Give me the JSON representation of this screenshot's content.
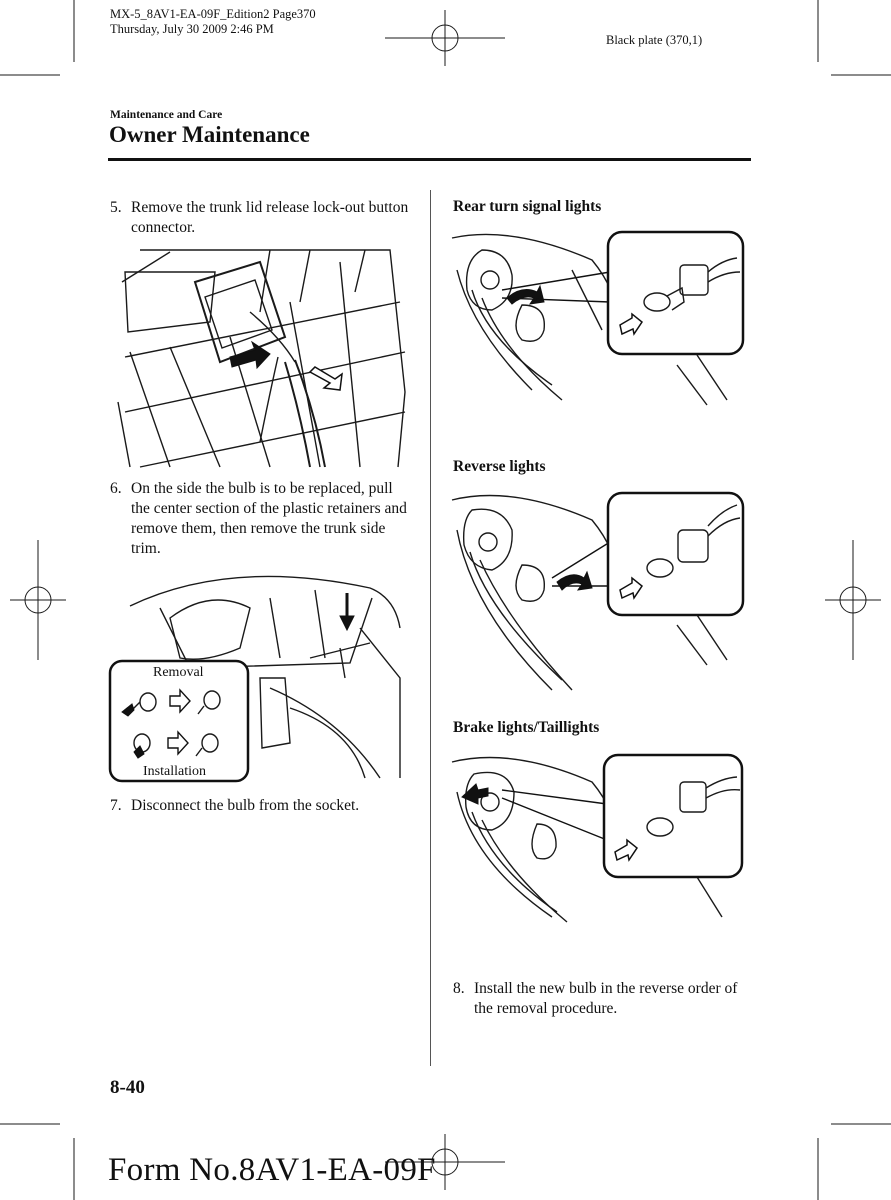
{
  "header": {
    "doc_id": "MX-5_8AV1-EA-09F_Edition2 Page370",
    "datetime": "Thursday, July 30 2009 2:46 PM",
    "plate": "Black plate (370,1)"
  },
  "section_label": "Maintenance and Care",
  "page_title": "Owner Maintenance",
  "left_column": {
    "step5": {
      "num": "5.",
      "text": "Remove the trunk lid release lock-out button connector."
    },
    "step6": {
      "num": "6.",
      "text": "On the side the bulb is to be replaced, pull the center section of the plastic retainers and remove them, then remove the trunk side trim."
    },
    "inset": {
      "removal_label": "Removal",
      "installation_label": "Installation"
    },
    "step7": {
      "num": "7.",
      "text": "Disconnect the bulb from the socket."
    }
  },
  "right_column": {
    "rear_turn_heading": "Rear turn signal lights",
    "reverse_heading": "Reverse lights",
    "brake_heading": "Brake lights/Taillights",
    "step8": {
      "num": "8.",
      "text": "Install the new bulb in the reverse order of the removal procedure."
    }
  },
  "footer": {
    "page_number": "8-40",
    "form_number": "Form No.8AV1-EA-09F"
  }
}
